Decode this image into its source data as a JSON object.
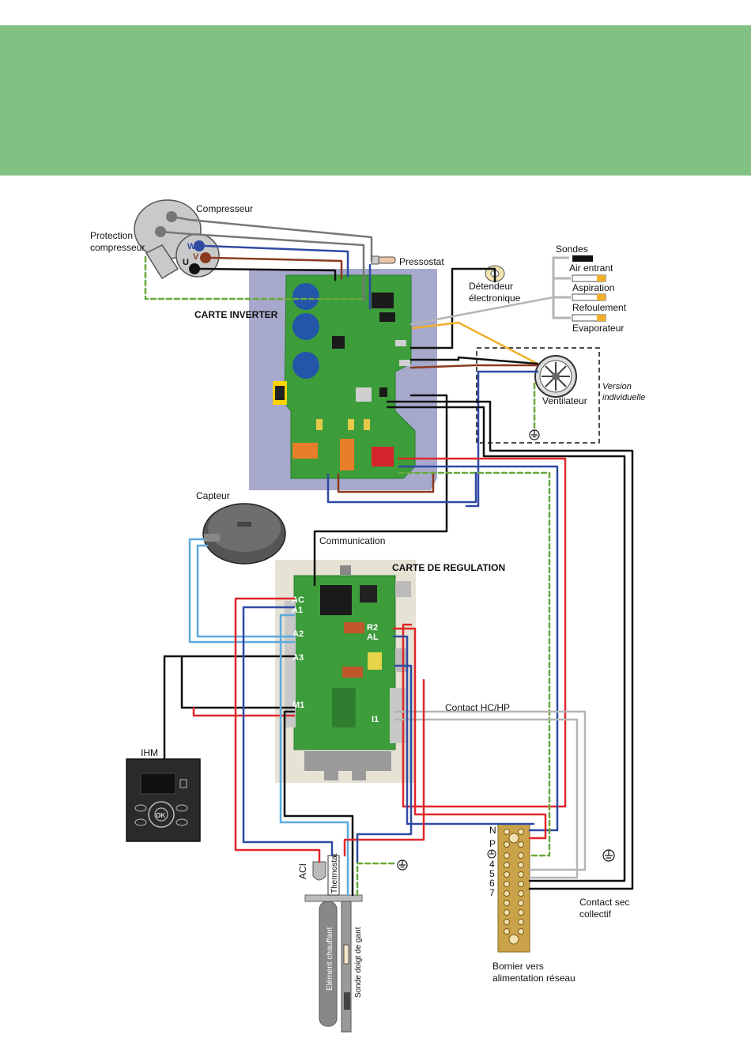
{
  "labels": {
    "compresseur": "Compresseur",
    "protection_l1": "Protection",
    "protection_l2": "compresseur",
    "pressostat": "Pressostat",
    "detendeur_l1": "Détendeur",
    "detendeur_l2": "électronique",
    "sondes": "Sondes",
    "air_entrant": "Air entrant",
    "aspiration": "Aspiration",
    "refoulement": "Refoulement",
    "evaporateur": "Evaporateur",
    "carte_inverter": "CARTE INVERTER",
    "ventilateur": "Ventilateur",
    "version_l1": "Version",
    "version_l2": "individuelle",
    "capteur": "Capteur",
    "communication": "Communication",
    "carte_regulation": "CARTE DE REGULATION",
    "contact_hchp": "Contact HC/HP",
    "ihm": "IHM",
    "aci": "ACI",
    "thermostat": "Thermostat",
    "element_chauffant": "Elément chauffant",
    "sonde_doigt": "Sonde doigt de gant",
    "contact_sec_l1": "Contact sec",
    "contact_sec_l2": "collectif",
    "bornier_l1": "Bornier vers",
    "bornier_l2": "alimentation réseau"
  },
  "compressor_terminals": {
    "w": "W",
    "v": "V",
    "u": "U"
  },
  "regulation_pins": {
    "ac": "AC",
    "a1": "A1",
    "a2": "A2",
    "a3": "A3",
    "m1": "M1",
    "r2": "R2",
    "al": "AL",
    "i1": "I1"
  },
  "bornier_terminals": {
    "n": "N",
    "p": "P",
    "t4": "4",
    "t5": "5",
    "t6": "6",
    "t7": "7"
  },
  "ihm_buttons": {
    "ok": "OK"
  },
  "colors": {
    "banner": "#82c184",
    "wire_black": "#111111",
    "wire_red": "#e0262b",
    "wire_blue": "#2f4aa3",
    "wire_brown": "#7a3a22",
    "wire_grey": "#b4b4b4",
    "wire_lightblue": "#5aa9de",
    "wire_yellow": "#f0b02a",
    "wire_green_yellow": "#6aa83a",
    "board_green": "#3c9d3a",
    "inverter_panel": "#a6a8cc",
    "regulation_panel": "#e6e2d4",
    "bornier": "#c9a24a"
  }
}
